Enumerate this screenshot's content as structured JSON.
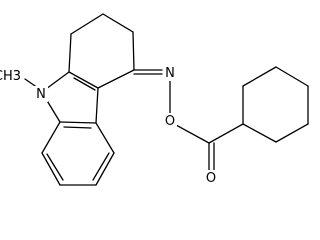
{
  "molecule": {
    "atom_labels": {
      "methyl": "CH3",
      "indole_nitrogen": "N",
      "oxime_nitrogen": "N",
      "ester_oxygen": "O",
      "carbonyl_oxygen": "O"
    },
    "oxime_geometry": "Z"
  },
  "colors": {
    "bond": "#000000",
    "label": "#000000",
    "background": "#ffffff"
  }
}
